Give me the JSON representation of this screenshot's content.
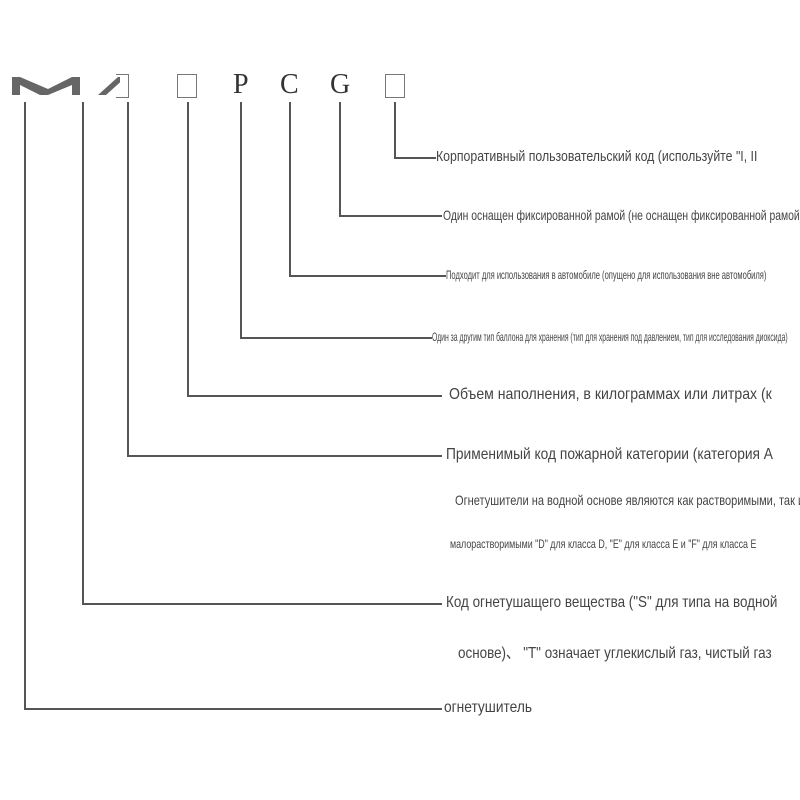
{
  "code": {
    "p": "P",
    "c": "C",
    "g": "G"
  },
  "rows": [
    "Корпоративный пользовательский код (используйте \"I, II",
    "Один оснащен фиксированной рамой (не оснащен фиксированной рамой)",
    "Подходит для использования в автомобиле (опущено для использования вне автомобиля)",
    "Один за другим тип баллона для хранения (тип для хранения под давлением, тип для исследования диоксида)",
    "Объем наполнения, в килограммах или литрах (к",
    "Применимый код пожарной категории (категория А",
    "Огнетушители на водной основе являются как растворимыми, так и",
    "малорастворимыми \"D\" для класса D, \"E\" для класса E и \"F\" для класса E",
    "Код огнетушащего вещества (\"S\" для типа на водной",
    "основе)、 \"T\" означает углекислый газ, чистый газ",
    "огнетушитель"
  ]
}
